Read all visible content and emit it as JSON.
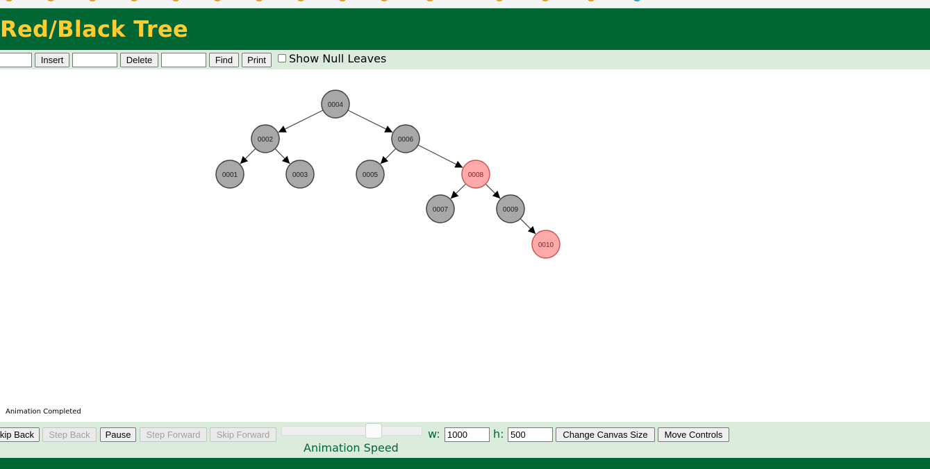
{
  "header": {
    "title": "Red/Black Tree"
  },
  "toolbar": {
    "insert_value": "",
    "insert_label": "Insert",
    "delete_value": "",
    "delete_label": "Delete",
    "find_value": "",
    "find_label": "Find",
    "print_label": "Print",
    "show_null_leaves_label": "Show Null Leaves",
    "show_null_leaves_checked": false
  },
  "tree": {
    "nodes": [
      {
        "id": "n4",
        "label": "0004",
        "color": "black"
      },
      {
        "id": "n2",
        "label": "0002",
        "color": "black"
      },
      {
        "id": "n6",
        "label": "0006",
        "color": "black"
      },
      {
        "id": "n1",
        "label": "0001",
        "color": "black"
      },
      {
        "id": "n3",
        "label": "0003",
        "color": "black"
      },
      {
        "id": "n5",
        "label": "0005",
        "color": "black"
      },
      {
        "id": "n8",
        "label": "0008",
        "color": "red"
      },
      {
        "id": "n7",
        "label": "0007",
        "color": "black"
      },
      {
        "id": "n9",
        "label": "0009",
        "color": "black"
      },
      {
        "id": "n10",
        "label": "0010",
        "color": "red"
      }
    ],
    "edges": [
      [
        "n4",
        "n2"
      ],
      [
        "n4",
        "n6"
      ],
      [
        "n2",
        "n1"
      ],
      [
        "n2",
        "n3"
      ],
      [
        "n6",
        "n5"
      ],
      [
        "n6",
        "n8"
      ],
      [
        "n8",
        "n7"
      ],
      [
        "n8",
        "n9"
      ],
      [
        "n9",
        "n10"
      ]
    ],
    "colors": {
      "black_fill": "#a8a8a8",
      "black_stroke": "#444444",
      "black_text": "#222222",
      "red_fill": "#ffaaaa",
      "red_stroke": "#cc5555",
      "red_text": "#882222"
    }
  },
  "status": {
    "text": "Animation Completed"
  },
  "animation_controls": {
    "skip_back_label": "kip Back",
    "step_back_label": "Step Back",
    "pause_label": "Pause",
    "step_forward_label": "Step Forward",
    "skip_forward_label": "Skip Forward",
    "speed_label": "Animation Speed",
    "speed_level": 0.6,
    "width_label": "w:",
    "width_value": "1000",
    "height_label": "h:",
    "height_value": "500",
    "change_canvas_label": "Change Canvas Size",
    "move_controls_label": "Move Controls"
  },
  "theme": {
    "header_bg": "#006633",
    "title_color": "#FFCC33",
    "control_bg": "#dcecdc"
  }
}
